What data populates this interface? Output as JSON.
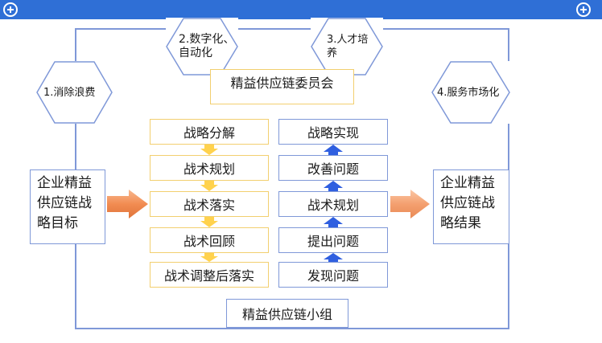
{
  "top_left_icon": "plus-circle-icon",
  "top_right_icon": "plus-circle-icon",
  "colors": {
    "top_bar": "#2f6fd6",
    "frame": "#7f98d8",
    "yellow_border": "#f2cf6f",
    "yellow_arrow": "#ffd24d",
    "blue_arrow": "#2f5fe0",
    "orange_arrow": "#f28c52"
  },
  "hexagons": [
    {
      "lines": [
        "1.消除浪费"
      ]
    },
    {
      "lines": [
        "2.数字化、",
        "自动化"
      ]
    },
    {
      "lines": [
        "3.人才培",
        "养"
      ]
    },
    {
      "lines": [
        "4.服务市场化"
      ]
    }
  ],
  "committee": "精益供应链委员会",
  "team": "精益供应链小组",
  "left_goal": [
    "企业精益",
    "供应链战",
    "略目标"
  ],
  "right_result": [
    "企业精益",
    "供应链战",
    "略结果"
  ],
  "left_steps": [
    "战略分解",
    "战术规划",
    "战术落实",
    "战术回顾",
    "战术调整后落实"
  ],
  "right_steps": [
    "战略实现",
    "改善问题",
    "战术规划",
    "提出问题",
    "发现问题"
  ]
}
